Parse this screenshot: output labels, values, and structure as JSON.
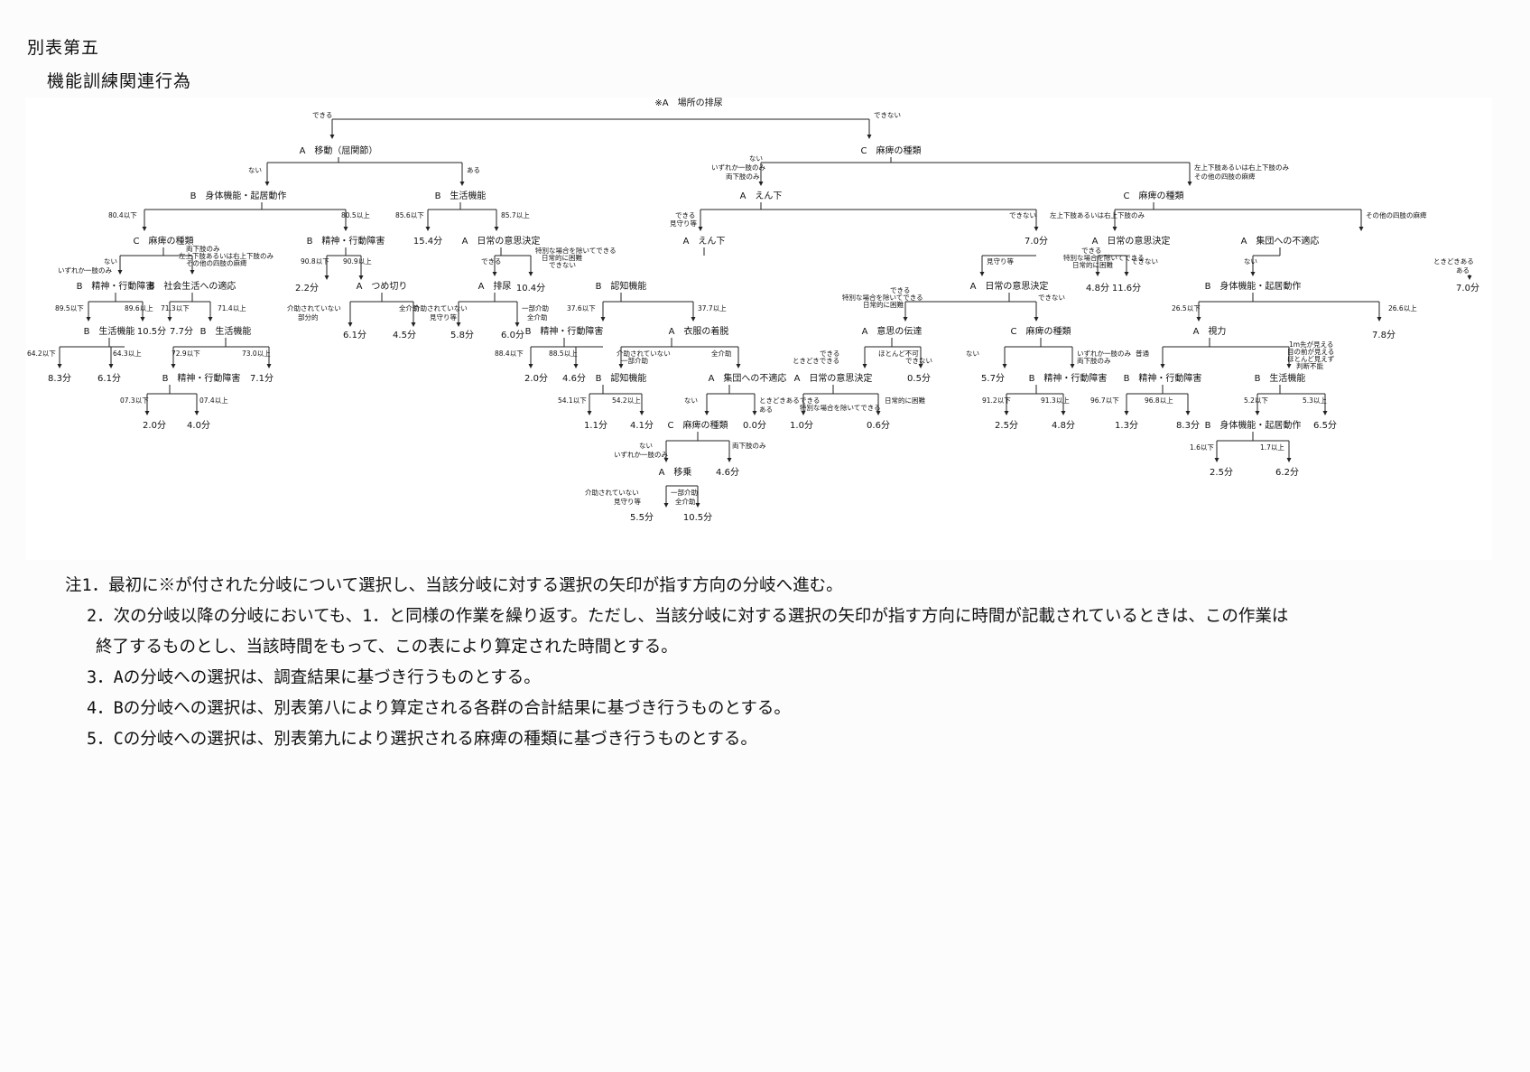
{
  "document": {
    "title": "別表第五",
    "subtitle": "機能訓練関連行為"
  },
  "tree": {
    "nodes": [
      {
        "id": "root",
        "text": "※A　場所の排尿"
      },
      {
        "id": "n_l1",
        "text": "A　移動（屈関節）"
      },
      {
        "id": "n_r1",
        "text": "C　麻痺の種類"
      },
      {
        "id": "n_l2a",
        "text": "B　身体機能・起居動作"
      },
      {
        "id": "n_l2b",
        "text": "B　生活機能"
      },
      {
        "id": "n_r2a",
        "text": "A　えん下"
      },
      {
        "id": "n_r2b",
        "text": "C　麻痺の種類"
      },
      {
        "id": "n_l3a",
        "text": "C　麻痺の種類"
      },
      {
        "id": "n_l3b",
        "text": "B　精神・行動障害"
      },
      {
        "id": "n_l3c",
        "text": "A　日常の意思決定"
      },
      {
        "id": "n_r3a",
        "text": "A　えん下"
      },
      {
        "id": "n_r3b",
        "text": "A　日常の意思決定"
      },
      {
        "id": "n_r3c",
        "text": "A　集団への不適応"
      },
      {
        "id": "n_4a",
        "text": "B　精神・行動障害"
      },
      {
        "id": "n_4b",
        "text": "B　社会生活への適応"
      },
      {
        "id": "n_4c",
        "text": "A　つめ切り"
      },
      {
        "id": "n_4d",
        "text": "A　排尿"
      },
      {
        "id": "n_4e",
        "text": "B　認知機能"
      },
      {
        "id": "n_4f",
        "text": "A　日常の意思決定"
      },
      {
        "id": "n_4g",
        "text": "B　身体機能・起居動作"
      },
      {
        "id": "n_5a",
        "text": "B　生活機能"
      },
      {
        "id": "n_5b",
        "text": "B　生活機能"
      },
      {
        "id": "n_5c",
        "text": "B　精神・行動障害"
      },
      {
        "id": "n_5d",
        "text": "A　衣服の着脱"
      },
      {
        "id": "n_5e",
        "text": "A　意思の伝達"
      },
      {
        "id": "n_5f",
        "text": "C　麻痺の種類"
      },
      {
        "id": "n_5g",
        "text": "A　視力"
      },
      {
        "id": "n_6a",
        "text": "B　精神・行動障害"
      },
      {
        "id": "n_6b",
        "text": "B　認知機能"
      },
      {
        "id": "n_6c",
        "text": "A　集団への不適応"
      },
      {
        "id": "n_6d",
        "text": "A　日常の意思決定"
      },
      {
        "id": "n_6e",
        "text": "B　精神・行動障害"
      },
      {
        "id": "n_6f",
        "text": "B　精神・行動障害"
      },
      {
        "id": "n_6g",
        "text": "B　生活機能"
      },
      {
        "id": "n_7a",
        "text": "C　麻痺の種類"
      },
      {
        "id": "n_7b",
        "text": "B　身体機能・起居動作"
      },
      {
        "id": "n_8a",
        "text": "A　移乗"
      }
    ],
    "edge_labels": [
      {
        "id": "e1",
        "text": "できる"
      },
      {
        "id": "e2",
        "text": "できない"
      },
      {
        "id": "e3",
        "text": "ない"
      },
      {
        "id": "e4",
        "text": "ある"
      },
      {
        "id": "e5",
        "text": "ない"
      },
      {
        "id": "e6",
        "text": "いずれか一肢のみ"
      },
      {
        "id": "e7",
        "text": "両下肢のみ"
      },
      {
        "id": "e8",
        "text": "左上下肢あるいは右上下肢のみ"
      },
      {
        "id": "e9",
        "text": "その他の四肢の麻痺"
      },
      {
        "id": "e10",
        "text": "80.4以下"
      },
      {
        "id": "e11",
        "text": "80.5以上"
      },
      {
        "id": "e12",
        "text": "85.6以下"
      },
      {
        "id": "e13",
        "text": "85.7以上"
      },
      {
        "id": "e14",
        "text": "できる"
      },
      {
        "id": "e15",
        "text": "見守り等"
      },
      {
        "id": "e16",
        "text": "できない"
      },
      {
        "id": "e17",
        "text": "左上下肢あるいは右上下肢のみ"
      },
      {
        "id": "e18",
        "text": "その他の四肢の麻痺"
      },
      {
        "id": "e19",
        "text": "ない"
      },
      {
        "id": "e20",
        "text": "いずれか一肢のみ"
      },
      {
        "id": "e21",
        "text": "両下肢のみ"
      },
      {
        "id": "e22",
        "text": "左上下肢あるいは右上下肢のみ"
      },
      {
        "id": "e23",
        "text": "その他の四肢の麻痺"
      },
      {
        "id": "e24",
        "text": "90.8以下"
      },
      {
        "id": "e25",
        "text": "90.9以上"
      },
      {
        "id": "e26",
        "text": "できる"
      },
      {
        "id": "e27",
        "text": "特別な場合を除いてできる"
      },
      {
        "id": "e28",
        "text": "日常的に困難"
      },
      {
        "id": "e29",
        "text": "できない"
      },
      {
        "id": "e30",
        "text": "見守り等"
      },
      {
        "id": "e31",
        "text": "できる"
      },
      {
        "id": "e32",
        "text": "特別な場合を除いてできる"
      },
      {
        "id": "e33",
        "text": "日常的に困難"
      },
      {
        "id": "e34",
        "text": "できない"
      },
      {
        "id": "e35",
        "text": "ない"
      },
      {
        "id": "e36",
        "text": "ときどきある"
      },
      {
        "id": "e37",
        "text": "ある"
      },
      {
        "id": "e38",
        "text": "89.5以下"
      },
      {
        "id": "e39",
        "text": "89.6以上"
      },
      {
        "id": "e40",
        "text": "71.3以下"
      },
      {
        "id": "e41",
        "text": "71.4以上"
      },
      {
        "id": "e42",
        "text": "介助されていない"
      },
      {
        "id": "e43",
        "text": "部分的"
      },
      {
        "id": "e44",
        "text": "全介助"
      },
      {
        "id": "e45",
        "text": "介助されていない"
      },
      {
        "id": "e46",
        "text": "見守り等"
      },
      {
        "id": "e47",
        "text": "一部介助"
      },
      {
        "id": "e48",
        "text": "全介助"
      },
      {
        "id": "e49",
        "text": "37.6以下"
      },
      {
        "id": "e50",
        "text": "37.7以上"
      },
      {
        "id": "e51",
        "text": "できる"
      },
      {
        "id": "e52",
        "text": "特別な場合を除いてできる"
      },
      {
        "id": "e53",
        "text": "日常的に困難"
      },
      {
        "id": "e54",
        "text": "できない"
      },
      {
        "id": "e55",
        "text": "26.5以下"
      },
      {
        "id": "e56",
        "text": "26.6以上"
      },
      {
        "id": "e57",
        "text": "64.2以下"
      },
      {
        "id": "e58",
        "text": "64.3以上"
      },
      {
        "id": "e59",
        "text": "72.9以下"
      },
      {
        "id": "e60",
        "text": "73.0以上"
      },
      {
        "id": "e61",
        "text": "88.4以下"
      },
      {
        "id": "e62",
        "text": "88.5以上"
      },
      {
        "id": "e63",
        "text": "介助されていない"
      },
      {
        "id": "e64",
        "text": "一部介助"
      },
      {
        "id": "e65",
        "text": "全介助"
      },
      {
        "id": "e66",
        "text": "できる"
      },
      {
        "id": "e67",
        "text": "ときどきできる"
      },
      {
        "id": "e68",
        "text": "ほとんど不可"
      },
      {
        "id": "e69",
        "text": "できない"
      },
      {
        "id": "e70",
        "text": "ない"
      },
      {
        "id": "e71",
        "text": "いずれか一肢のみ"
      },
      {
        "id": "e72",
        "text": "両下肢のみ"
      },
      {
        "id": "e73",
        "text": "普通"
      },
      {
        "id": "e74",
        "text": "1m先が見える"
      },
      {
        "id": "e75",
        "text": "目の前が見える"
      },
      {
        "id": "e76",
        "text": "ほとんど見えず"
      },
      {
        "id": "e77",
        "text": "判断不能"
      },
      {
        "id": "e78",
        "text": "07.3以下"
      },
      {
        "id": "e79",
        "text": "07.4以上"
      },
      {
        "id": "e80",
        "text": "54.1以下"
      },
      {
        "id": "e81",
        "text": "54.2以上"
      },
      {
        "id": "e82",
        "text": "ない"
      },
      {
        "id": "e83",
        "text": "ときどきある"
      },
      {
        "id": "e84",
        "text": "ある"
      },
      {
        "id": "e85",
        "text": "できる"
      },
      {
        "id": "e86",
        "text": "特別な場合を除いてできる"
      },
      {
        "id": "e87",
        "text": "日常的に困難"
      },
      {
        "id": "e88",
        "text": "91.2以下"
      },
      {
        "id": "e89",
        "text": "91.3以上"
      },
      {
        "id": "e90",
        "text": "96.7以下"
      },
      {
        "id": "e91",
        "text": "96.8以上"
      },
      {
        "id": "e92",
        "text": "5.2以下"
      },
      {
        "id": "e93",
        "text": "5.3以上"
      },
      {
        "id": "e94",
        "text": "ない"
      },
      {
        "id": "e95",
        "text": "いずれか一肢のみ"
      },
      {
        "id": "e96",
        "text": "両下肢のみ"
      },
      {
        "id": "e97",
        "text": "1.6以下"
      },
      {
        "id": "e98",
        "text": "1.7以上"
      },
      {
        "id": "e99",
        "text": "介助されていない"
      },
      {
        "id": "e100",
        "text": "見守り等"
      },
      {
        "id": "e101",
        "text": "一部介助"
      },
      {
        "id": "e102",
        "text": "全介助"
      }
    ],
    "leaves": [
      {
        "id": "t1",
        "text": "2.2分"
      },
      {
        "id": "t2",
        "text": "15.4分"
      },
      {
        "id": "t3",
        "text": "7.0分"
      },
      {
        "id": "t4",
        "text": "10.4分"
      },
      {
        "id": "t5",
        "text": "4.8分"
      },
      {
        "id": "t6",
        "text": "11.6分"
      },
      {
        "id": "t7",
        "text": "7.0分"
      },
      {
        "id": "t8",
        "text": "10.5分"
      },
      {
        "id": "t9",
        "text": "7.7分"
      },
      {
        "id": "t10",
        "text": "6.1分"
      },
      {
        "id": "t11",
        "text": "4.5分"
      },
      {
        "id": "t12",
        "text": "5.8分"
      },
      {
        "id": "t13",
        "text": "6.0分"
      },
      {
        "id": "t14",
        "text": "7.8分"
      },
      {
        "id": "t15",
        "text": "8.3分"
      },
      {
        "id": "t16",
        "text": "6.1分"
      },
      {
        "id": "t17",
        "text": "7.1分"
      },
      {
        "id": "t18",
        "text": "2.0分"
      },
      {
        "id": "t19",
        "text": "4.6分"
      },
      {
        "id": "t20",
        "text": "0.5分"
      },
      {
        "id": "t21",
        "text": "5.7分"
      },
      {
        "id": "t22",
        "text": "2.0分"
      },
      {
        "id": "t23",
        "text": "4.0分"
      },
      {
        "id": "t24",
        "text": "1.1分"
      },
      {
        "id": "t25",
        "text": "4.1分"
      },
      {
        "id": "t26",
        "text": "0.0分"
      },
      {
        "id": "t27",
        "text": "1.0分"
      },
      {
        "id": "t28",
        "text": "0.6分"
      },
      {
        "id": "t29",
        "text": "2.5分"
      },
      {
        "id": "t30",
        "text": "4.8分"
      },
      {
        "id": "t31",
        "text": "1.3分"
      },
      {
        "id": "t32",
        "text": "8.3分"
      },
      {
        "id": "t33",
        "text": "6.5分"
      },
      {
        "id": "t34",
        "text": "4.6分"
      },
      {
        "id": "t35",
        "text": "2.5分"
      },
      {
        "id": "t36",
        "text": "6.2分"
      },
      {
        "id": "t37",
        "text": "5.5分"
      },
      {
        "id": "t38",
        "text": "10.5分"
      }
    ]
  },
  "notes": {
    "n1": "注1．最初に※が付された分岐について選択し、当該分岐に対する選択の矢印が指す方向の分岐へ進む。",
    "n2a": "2．次の分岐以降の分岐においても、1．と同様の作業を繰り返す。ただし、当該分岐に対する選択の矢印が指す方向に時間が記載されているときは、この作業は",
    "n2b": "終了するものとし、当該時間をもって、この表により算定された時間とする。",
    "n3": "3．Aの分岐への選択は、調査結果に基づき行うものとする。",
    "n4": "4．Bの分岐への選択は、別表第八により算定される各群の合計結果に基づき行うものとする。",
    "n5": "5．Cの分岐への選択は、別表第九により選択される麻痺の種類に基づき行うものとする。"
  }
}
